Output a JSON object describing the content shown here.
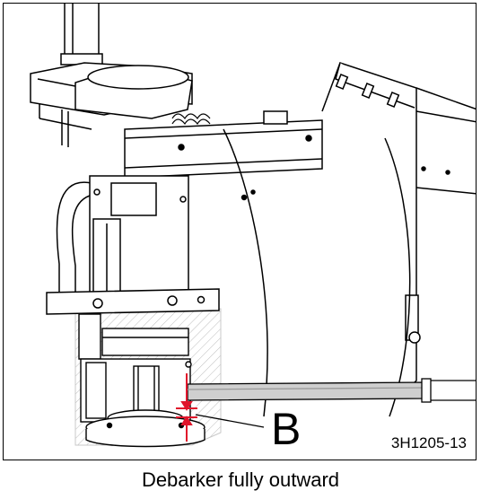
{
  "figure": {
    "callout_label": "B",
    "figure_code": "3H1205-13",
    "caption": "Debarker fully outward"
  },
  "colors": {
    "line": "#000000",
    "marker": "#e0152b",
    "hatch": "#b5b5b5",
    "bar_fill": "#cfcfcf"
  }
}
